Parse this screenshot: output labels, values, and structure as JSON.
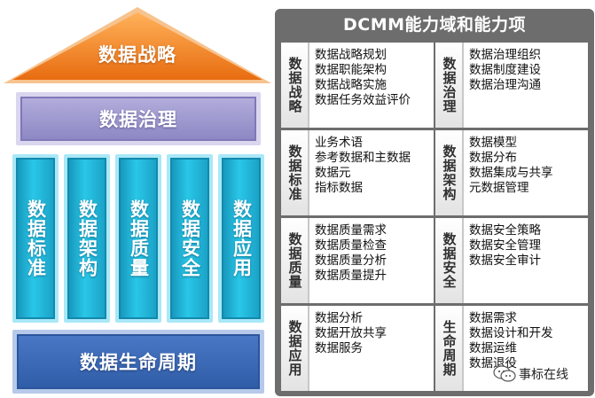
{
  "house": {
    "roof": "数据战略",
    "governance": "数据治理",
    "pillars": [
      "数据标准",
      "数据架构",
      "数据质量",
      "数据安全",
      "数据应用"
    ],
    "foundation": "数据生命周期"
  },
  "panel": {
    "title": "DCMM能力域和能力项",
    "cells": [
      {
        "head": "数据战略",
        "items": [
          "数据战略规划",
          "数据职能架构",
          "数据战略实施",
          "数据任务效益评价"
        ]
      },
      {
        "head": "数据治理",
        "items": [
          "数据治理组织",
          "数据制度建设",
          "数据治理沟通"
        ]
      },
      {
        "head": "数据标准",
        "items": [
          "业务术语",
          "参考数据和主数据",
          "数据元",
          "指标数据"
        ]
      },
      {
        "head": "数据架构",
        "items": [
          "数据模型",
          "数据分布",
          "数据集成与共享",
          "元数据管理"
        ]
      },
      {
        "head": "数据质量",
        "items": [
          "数据质量需求",
          "数据质量检查",
          "数据质量分析",
          "数据质量提升"
        ]
      },
      {
        "head": "数据安全",
        "items": [
          "数据安全策略",
          "数据安全管理",
          "数据安全审计"
        ]
      },
      {
        "head": "数据应用",
        "items": [
          "数据分析",
          "数据开放共享",
          "数据服务"
        ]
      },
      {
        "head": "生命周期",
        "items": [
          "数据需求",
          "数据设计和开发",
          "数据运维",
          "数据退役"
        ]
      }
    ]
  },
  "watermark": {
    "text": "事标在线",
    "icon": "wechat-icon"
  },
  "colors": {
    "roof": "#f07c1c",
    "governance": "#9a95cf",
    "pillars": "#1fb4dc",
    "foundation": "#3a68b6",
    "panel": "#6d6d6d"
  }
}
